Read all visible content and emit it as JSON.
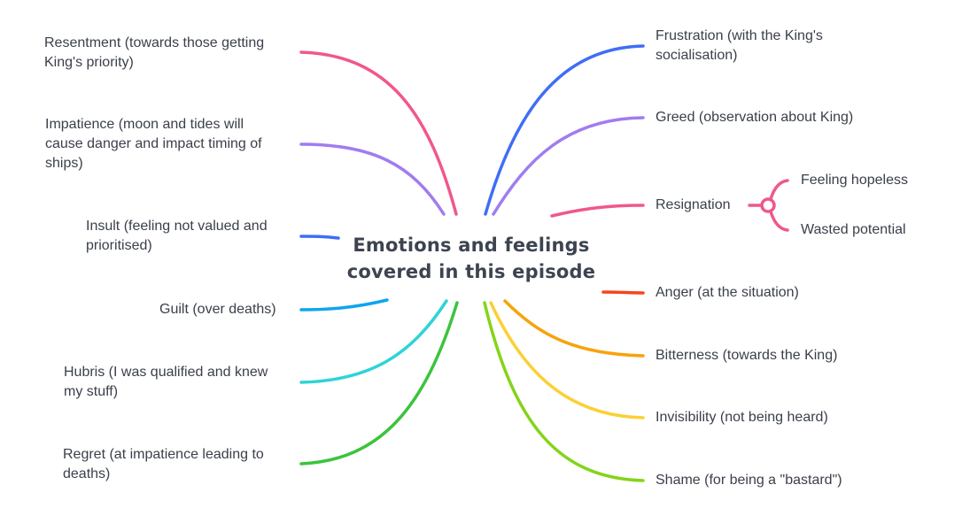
{
  "center": {
    "line1": "Emotions and feelings",
    "line2": "covered in this episode"
  },
  "left_branches": [
    {
      "id": "resentment",
      "line1": "Resentment (towards those getting",
      "line2": "King's priority",
      "line3": "",
      "color": "#f0588a"
    },
    {
      "id": "impatience",
      "line1": "Impatience (moon and tides will",
      "line2": "cause danger and impact timing of",
      "line3": "ships)",
      "color": "#a07cf0"
    },
    {
      "id": "insult",
      "line1": "Insult (feeling not valued and",
      "line2": "prioritised)",
      "line3": "",
      "color": "#3f6ef5"
    },
    {
      "id": "guilt",
      "line1": "Guilt (over deaths)",
      "line2": "",
      "line3": "",
      "color": "#0ea5f0"
    },
    {
      "id": "hubris",
      "line1": "Hubris (I was qualified and knew",
      "line2": "my stuff)",
      "line3": "",
      "color": "#2dd4d8"
    },
    {
      "id": "regret",
      "line1": "Regret (at impatience leading to",
      "line2": "deaths)",
      "line3": "",
      "color": "#3cc43c"
    }
  ],
  "right_branches": [
    {
      "id": "frustration",
      "line1": "Frustration (with the King's",
      "line2": "socialisation)",
      "color": "#3f6ef5"
    },
    {
      "id": "greed",
      "line1": "Greed (observation about King)",
      "line2": "",
      "color": "#a07cf0"
    },
    {
      "id": "resignation",
      "line1": "Resignation",
      "line2": "",
      "color": "#f0588a",
      "children": [
        {
          "label": "Feeling hopeless"
        },
        {
          "label": "Wasted potential"
        }
      ]
    },
    {
      "id": "anger",
      "line1": "Anger (at the situation)",
      "line2": "",
      "color": "#f5441e"
    },
    {
      "id": "bitterness",
      "line1": "Bitterness (towards the King)",
      "line2": "",
      "color": "#f7a30c"
    },
    {
      "id": "invisibility",
      "line1": "Invisibility (not being heard)",
      "line2": "",
      "color": "#fbd035"
    },
    {
      "id": "shame",
      "line1": "Shame (for being a \"bastard\")",
      "line2": "",
      "color": "#84d41a"
    }
  ]
}
